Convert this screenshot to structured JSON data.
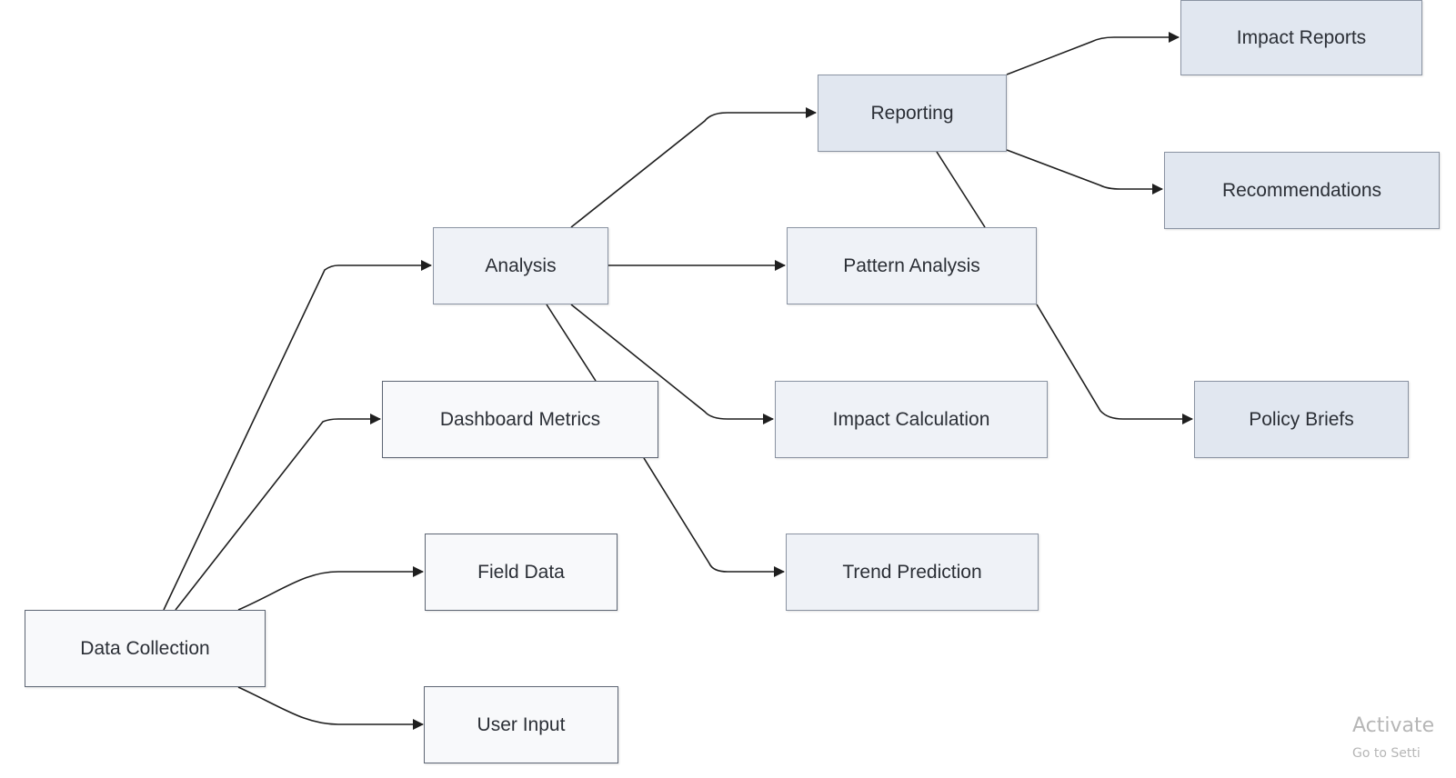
{
  "diagram": {
    "nodes": [
      {
        "id": "data-collection",
        "label": "Data Collection",
        "tier": "a"
      },
      {
        "id": "field-data",
        "label": "Field Data",
        "tier": "a"
      },
      {
        "id": "user-input",
        "label": "User Input",
        "tier": "a"
      },
      {
        "id": "dashboard-metrics",
        "label": "Dashboard Metrics",
        "tier": "a"
      },
      {
        "id": "analysis",
        "label": "Analysis",
        "tier": "b"
      },
      {
        "id": "pattern-analysis",
        "label": "Pattern Analysis",
        "tier": "b"
      },
      {
        "id": "impact-calculation",
        "label": "Impact Calculation",
        "tier": "b"
      },
      {
        "id": "trend-prediction",
        "label": "Trend Prediction",
        "tier": "b"
      },
      {
        "id": "reporting",
        "label": "Reporting",
        "tier": "c"
      },
      {
        "id": "impact-reports",
        "label": "Impact Reports",
        "tier": "c"
      },
      {
        "id": "recommendations",
        "label": "Recommendations",
        "tier": "c"
      },
      {
        "id": "policy-briefs",
        "label": "Policy Briefs",
        "tier": "c"
      }
    ],
    "edges": [
      {
        "from": "data-collection",
        "to": "analysis",
        "arrow": true
      },
      {
        "from": "data-collection",
        "to": "dashboard-metrics",
        "arrow": true
      },
      {
        "from": "data-collection",
        "to": "field-data",
        "arrow": true
      },
      {
        "from": "data-collection",
        "to": "user-input",
        "arrow": true
      },
      {
        "from": "analysis",
        "to": "reporting",
        "arrow": true
      },
      {
        "from": "analysis",
        "to": "pattern-analysis",
        "arrow": true
      },
      {
        "from": "analysis",
        "to": "impact-calculation",
        "arrow": true
      },
      {
        "from": "analysis",
        "to": "dashboard-metrics",
        "arrow": false
      },
      {
        "from": "dashboard-metrics",
        "to": "trend-prediction",
        "arrow": true
      },
      {
        "from": "reporting",
        "to": "impact-reports",
        "arrow": true
      },
      {
        "from": "reporting",
        "to": "recommendations",
        "arrow": true
      },
      {
        "from": "reporting",
        "to": "pattern-analysis",
        "arrow": false
      },
      {
        "from": "pattern-analysis",
        "to": "policy-briefs",
        "arrow": true
      }
    ]
  },
  "watermark": {
    "title": "Activate",
    "subtitle": "Go to Setti"
  },
  "colors": {
    "edge": "#1f1f1f",
    "tier_a_fill": "#f8f9fb",
    "tier_b_fill": "#eff2f7",
    "tier_c_fill": "#e1e7f0"
  }
}
